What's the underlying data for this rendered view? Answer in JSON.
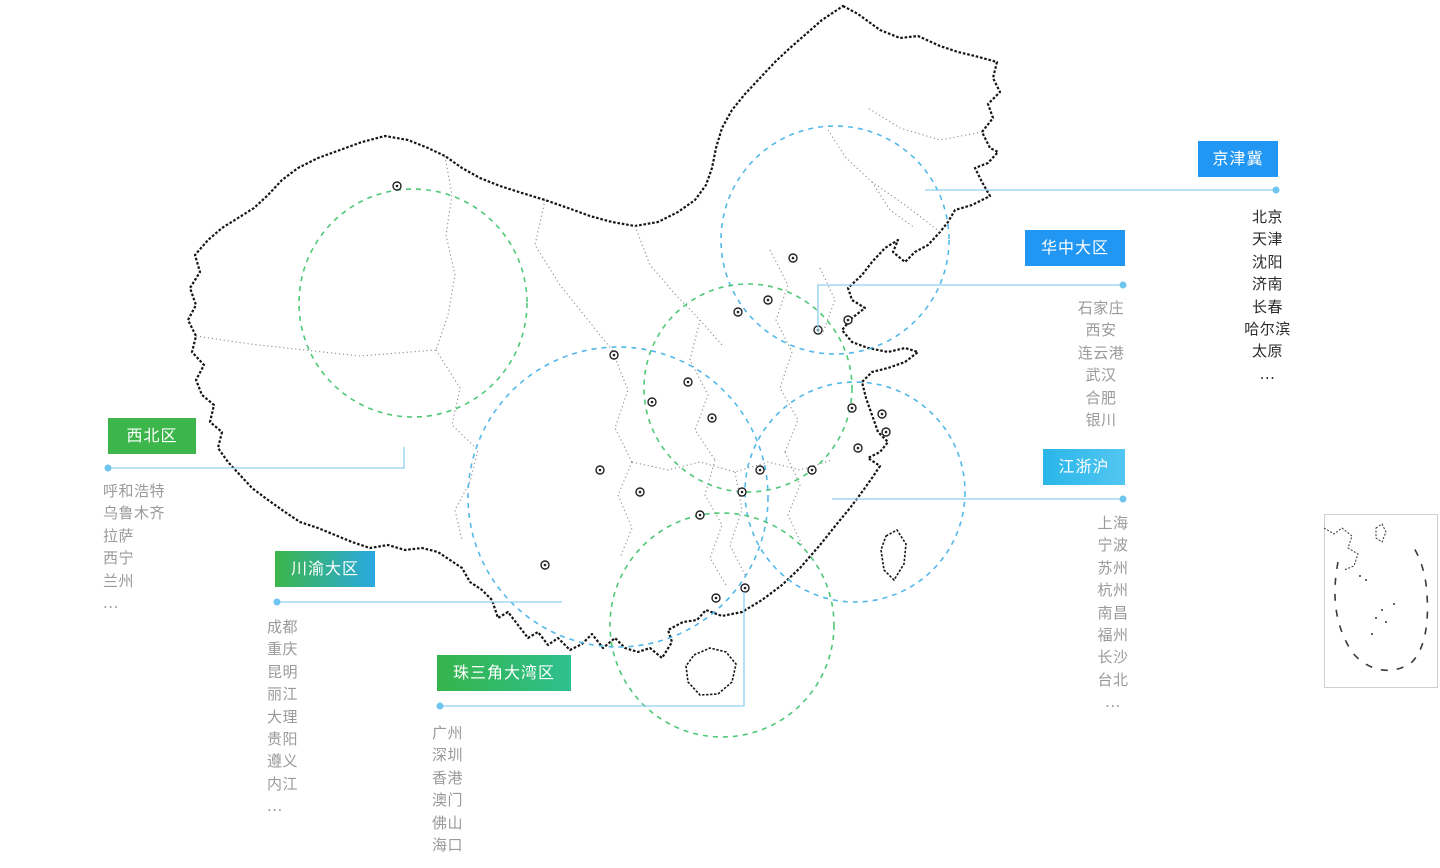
{
  "colors": {
    "badge_blue": "#2196F3",
    "badge_green": "#3CB54A",
    "badge_green_blue_gradient": [
      "#3CB54A",
      "#2AA9E0"
    ],
    "badge_green_teal_gradient": [
      "#35B44A",
      "#2EC08E"
    ],
    "badge_cyan_gradient": [
      "#29B6E8",
      "#53C6F2"
    ],
    "ring_blue": "#53B8EA",
    "ring_green": "#4FC878",
    "connector_line": "#8FD0F2",
    "city_text_dark": "#2B2B2B",
    "city_text_grey": "#9A9A9A"
  },
  "regions": [
    {
      "id": "jingjinji",
      "label": "京津冀",
      "badge_style": "blue",
      "cities": [
        "北京",
        "天津",
        "沈阳",
        "济南",
        "长春",
        "哈尔滨",
        "太原",
        "..."
      ]
    },
    {
      "id": "huazhong",
      "label": "华中大区",
      "badge_style": "blue",
      "cities": [
        "石家庄",
        "西安",
        "连云港",
        "武汉",
        "合肥",
        "银川"
      ]
    },
    {
      "id": "xibei",
      "label": "西北区",
      "badge_style": "green",
      "cities": [
        "呼和浩特",
        "乌鲁木齐",
        "拉萨",
        "西宁",
        "兰州",
        "..."
      ]
    },
    {
      "id": "chuanyu",
      "label": "川渝大区",
      "badge_style": "green-blue",
      "cities": [
        "成都",
        "重庆",
        "昆明",
        "丽江",
        "大理",
        "贵阳",
        "遵义",
        "内江",
        "..."
      ]
    },
    {
      "id": "zhusanjiao",
      "label": "珠三角大湾区",
      "badge_style": "green-teal",
      "cities": [
        "广州",
        "深圳",
        "香港",
        "澳门",
        "佛山",
        "海口",
        "..."
      ]
    },
    {
      "id": "jiangzhehu",
      "label": "江浙沪",
      "badge_style": "cyan",
      "cities": [
        "上海",
        "宁波",
        "苏州",
        "杭州",
        "南昌",
        "福州",
        "长沙",
        "台北",
        "..."
      ]
    }
  ]
}
